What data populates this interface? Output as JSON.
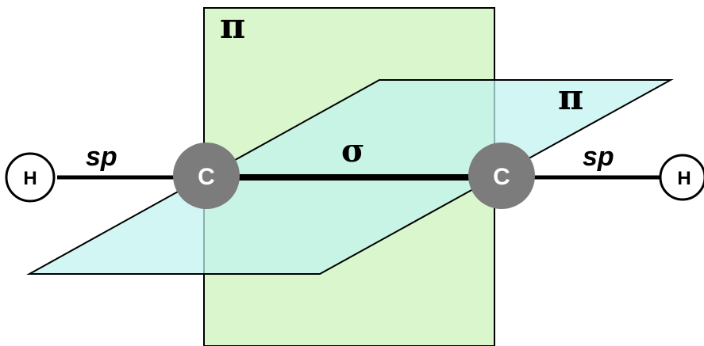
{
  "labels": {
    "pi_vertical": "π",
    "pi_horizontal": "π",
    "sigma": "σ",
    "sp_left": "sp",
    "sp_right": "sp"
  },
  "atoms": {
    "hydrogen_left": "H",
    "carbon_left": "C",
    "carbon_right": "C",
    "hydrogen_right": "H"
  },
  "colors": {
    "vertical_plane_fill": "#d6f5c9",
    "horizontal_plane_fill": "#c8f2ef",
    "carbon_fill": "#7a7a7a",
    "bond": "#000000"
  }
}
